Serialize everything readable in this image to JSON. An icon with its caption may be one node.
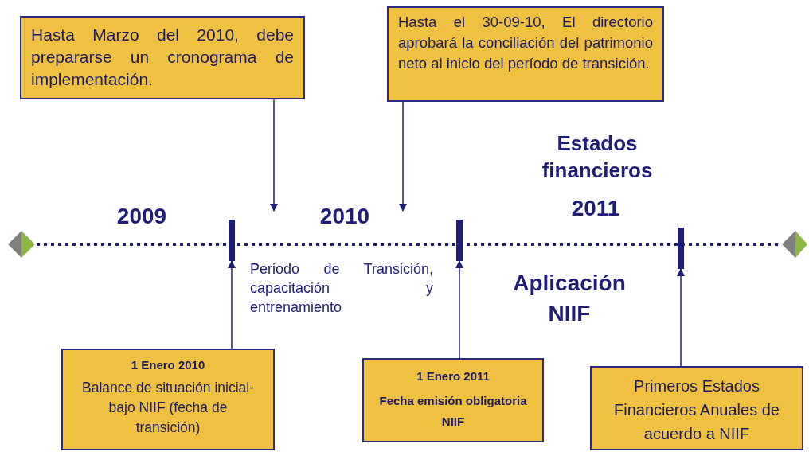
{
  "diagram": {
    "nodes": [
      {
        "text": [
          "Hasta Marzo del 2010, debe prepararse un cronograma de implementación."
        ]
      },
      {
        "text": [
          "Hasta el 30-09-10, El directorio aprobará la conciliación del patrimonio neto al inicio del período de transición."
        ]
      },
      {
        "text": [],
        "shape": "bar"
      },
      {
        "text": [],
        "shape": "bar"
      },
      {
        "text": [],
        "shape": "bar"
      },
      {
        "text": [
          "1 Enero 2010",
          "Balance de situación inicial-bajo NIIF (fecha de transición)"
        ]
      },
      {
        "text": [
          "1 Enero 2011",
          "Fecha emisión obligatoria NIIF"
        ]
      },
      {
        "text": [
          "Primeros Estados Financieros Anuales de acuerdo a NIIF"
        ]
      }
    ],
    "edges": [
      {
        "from": 0,
        "to": null,
        "arrow": "to"
      },
      {
        "from": 1,
        "to": null,
        "arrow": "to"
      },
      {
        "from": 5,
        "to": 2,
        "arrow": "to"
      },
      {
        "from": 6,
        "to": 3,
        "arrow": "to"
      },
      {
        "from": 7,
        "to": 4,
        "arrow": "to"
      }
    ],
    "labels": [
      "Estados financieros",
      "2009",
      "2010",
      "2011",
      "Periodo de Transición, capacitación y entrenamiento",
      "Aplicación NIIF"
    ]
  }
}
